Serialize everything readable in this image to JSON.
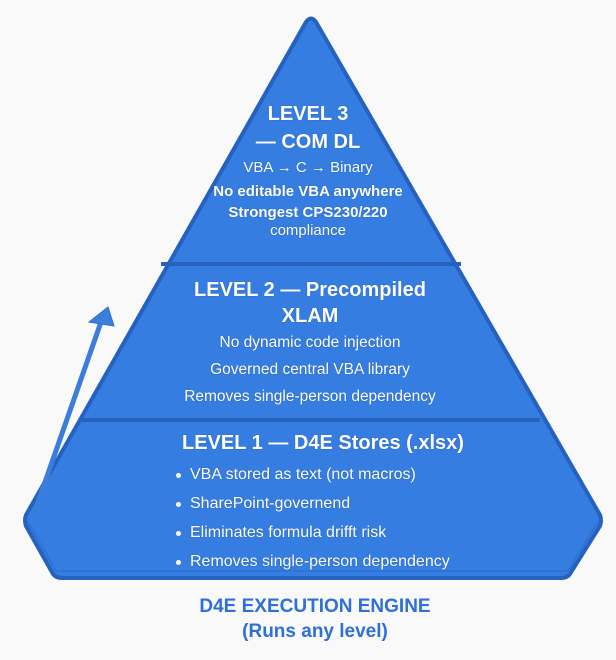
{
  "colors": {
    "fill": "#357de0",
    "stroke": "#2562bf",
    "background": "#f9f9f9",
    "label": "#2e6fd8",
    "text": "#ffffff"
  },
  "pyramid": {
    "levels": [
      {
        "id": "level-3",
        "title_line1": "LEVEL 3",
        "title_line2": "— COM DL",
        "lines": [
          "VBA → C → Binary",
          "No editable VBA anywhere",
          "Strongest CPS230/220",
          "compliance"
        ]
      },
      {
        "id": "level-2",
        "title_line1": "LEVEL 2 — Precompiled",
        "title_line2": "XLAM",
        "lines": [
          "No dynamic code injection",
          "Governed central VBA library",
          "Removes single-person dependency"
        ]
      },
      {
        "id": "level-1",
        "title": "LEVEL 1 — D4E Stores (.xlsx)",
        "bullets": [
          "VBA stored as text (not macros)",
          "SharePoint-governend",
          "Eliminates formula drifft  risk",
          "Removes single-person dependency"
        ]
      }
    ],
    "arrow_icon": "arrow-up-right-icon"
  },
  "engine": {
    "line1": "D4E EXECUTION ENGINE",
    "line2": "(Runs any level)"
  }
}
